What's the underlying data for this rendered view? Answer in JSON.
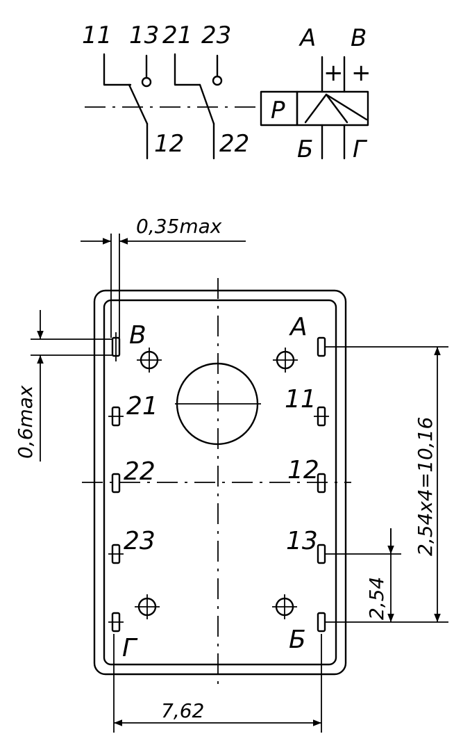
{
  "schematic": {
    "contact_group_1": {
      "common": "11",
      "nc": "12",
      "no": "13"
    },
    "contact_group_2": {
      "common": "21",
      "nc": "22",
      "no": "23"
    },
    "coil": {
      "label": "Р"
    },
    "terminals": {
      "a": "А",
      "a_polarity": "+",
      "v": "В",
      "v_polarity": "+",
      "b": "Б",
      "g": "Г"
    }
  },
  "footprint": {
    "pins_left": [
      {
        "label": "В"
      },
      {
        "label": "21"
      },
      {
        "label": "22"
      },
      {
        "label": "23"
      },
      {
        "label": "Г"
      }
    ],
    "pins_right": [
      {
        "label": "А"
      },
      {
        "label": "11"
      },
      {
        "label": "12"
      },
      {
        "label": "13"
      },
      {
        "label": "Б"
      }
    ]
  },
  "dimensions": {
    "pin_offset": "0,35max",
    "pin_width": "0,6max",
    "row_pitch_total": "2,54x4=10,16",
    "row_pitch": "2,54",
    "column_spacing": "7,62"
  }
}
